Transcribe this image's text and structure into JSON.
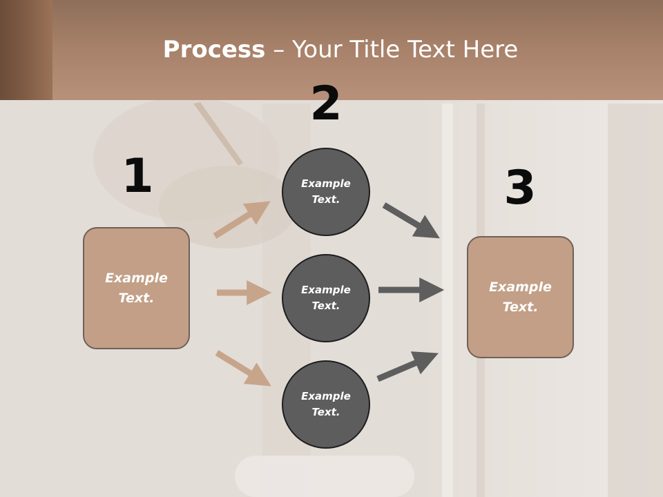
{
  "title": {
    "strong": "Process",
    "separator": " – ",
    "rest": "Your Title Text Here"
  },
  "steps": {
    "one": "1",
    "two": "2",
    "three": "3"
  },
  "boxes": {
    "left": "Example Text.",
    "right": "Example Text."
  },
  "circles": {
    "top": "Example Text.",
    "middle": "Example Text.",
    "bottom": "Example Text."
  },
  "colors": {
    "title_bar": "#a68068",
    "box_fill": "#c29f86",
    "circle_fill": "#5d5d5e",
    "arrow_tan": "#c7a58b",
    "arrow_gray": "#5e5e5e"
  }
}
